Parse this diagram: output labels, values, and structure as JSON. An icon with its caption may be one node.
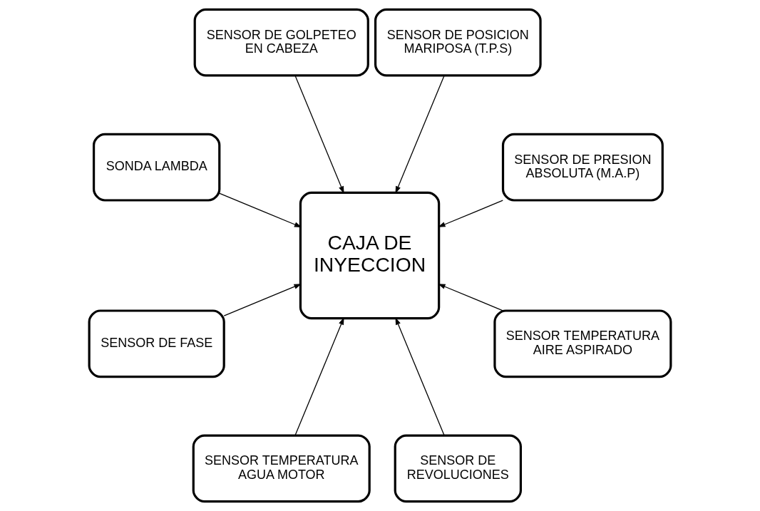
{
  "diagram": {
    "nodes": [
      {
        "text": [
          "SENSOR DE PRESION ABSOLUTA (M.A.P)"
        ]
      },
      {
        "text": [
          "SENSOR DE POSICION MARIPOSA (T.P.S)"
        ]
      },
      {
        "text": [
          "SENSOR DE GOLPETEO EN CABEZA"
        ]
      },
      {
        "text": [
          "SONDA LAMBDA"
        ]
      },
      {
        "text": [
          "CAJA DE INYECCION"
        ]
      },
      {
        "text": [
          "SENSOR DE FASE"
        ]
      },
      {
        "text": [
          "SENSOR TEMPERATURA AGUA MOTOR"
        ]
      },
      {
        "text": [
          "SENSOR DE REVOLUCIONES"
        ]
      },
      {
        "text": [
          "SENSOR TEMPERATURA AIRE ASPIRADO"
        ]
      }
    ],
    "edges": [
      {
        "from": 0,
        "to": 4,
        "arrow": "to"
      },
      {
        "from": 1,
        "to": 4,
        "arrow": "to"
      },
      {
        "from": 2,
        "to": 4,
        "arrow": "to"
      },
      {
        "from": 3,
        "to": 4,
        "arrow": "to"
      },
      {
        "from": 5,
        "to": 4,
        "arrow": "to"
      },
      {
        "from": 6,
        "to": 4,
        "arrow": "to"
      },
      {
        "from": 7,
        "to": 4,
        "arrow": "to"
      },
      {
        "from": 8,
        "to": 4,
        "arrow": "to"
      }
    ]
  }
}
